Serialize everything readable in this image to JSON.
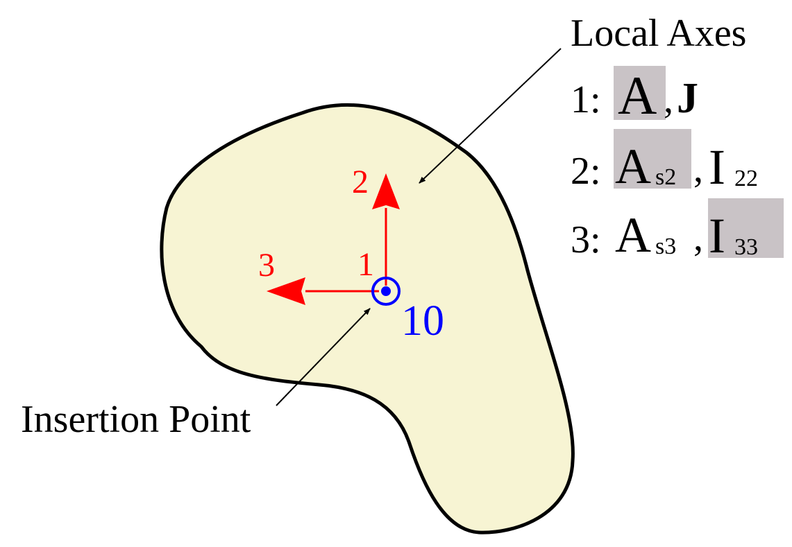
{
  "colors": {
    "shape_fill": "#f7f4d3",
    "shape_stroke": "#000000",
    "axis_color": "#ff0000",
    "point_color": "#0000ff",
    "highlight": "#c9c3c6",
    "text": "#000000"
  },
  "local_axes_label": "Local Axes",
  "insertion_point_label": "Insertion Point",
  "point_number": "10",
  "axis_labels": {
    "axis1": "1",
    "axis2": "2",
    "axis3": "3"
  },
  "properties": {
    "row1": {
      "index": "1:",
      "prop_a": "A",
      "sep": ",",
      "prop_b": "J"
    },
    "row2": {
      "index": "2:",
      "prop_a": "A",
      "prop_a_sub": "s2",
      "sep": ",",
      "prop_b": "I",
      "prop_b_sub": "22"
    },
    "row3": {
      "index": "3:",
      "prop_a": "A",
      "prop_a_sub": "s3",
      "sep": ",",
      "prop_b": "I",
      "prop_b_sub": "33"
    }
  }
}
